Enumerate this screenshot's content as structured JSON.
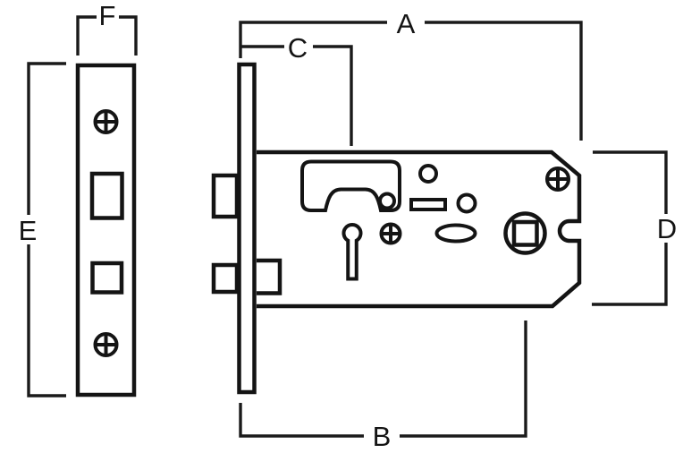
{
  "page": {
    "background": "#ffffff",
    "line_color": "#141414"
  },
  "diagram": {
    "type": "technical-drawing",
    "subject": "mortice-lock-case-with-faceplate",
    "dimension_labels": {
      "A": "A",
      "B": "B",
      "C": "C",
      "D": "D",
      "E": "E",
      "F": "F"
    }
  }
}
